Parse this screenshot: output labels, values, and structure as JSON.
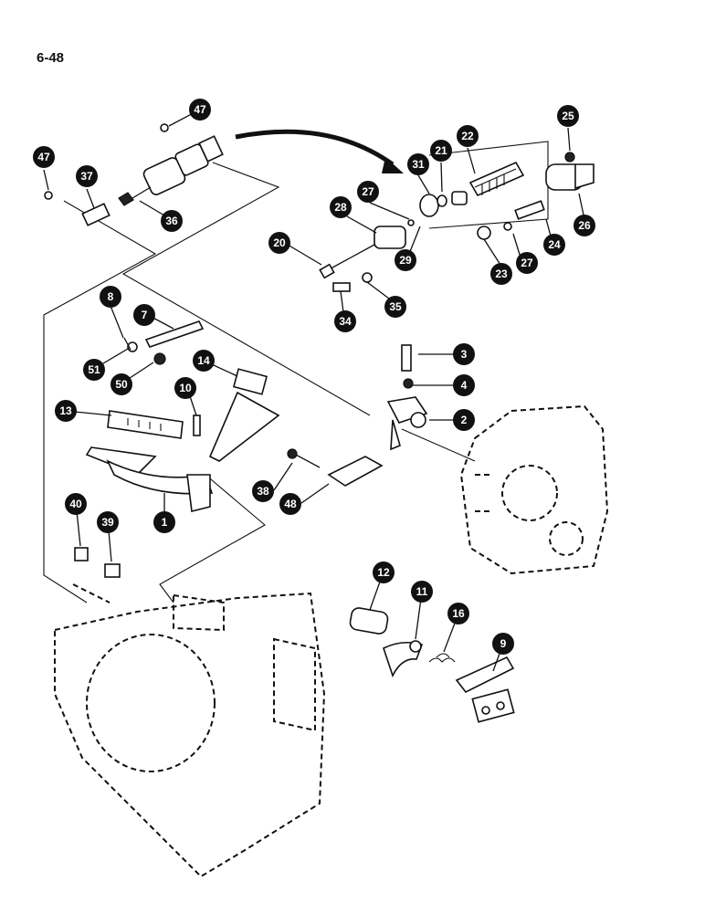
{
  "page": {
    "number": "6-48"
  },
  "callouts": {
    "c47a": "47",
    "c47b": "47",
    "c37": "37",
    "c36": "36",
    "c25": "25",
    "c22": "22",
    "c21": "21",
    "c31": "31",
    "c27a": "27",
    "c28": "28",
    "c29": "29",
    "c20": "20",
    "c26": "26",
    "c24": "24",
    "c27b": "27",
    "c23": "23",
    "c35": "35",
    "c34": "34",
    "c8": "8",
    "c7": "7",
    "c51": "51",
    "c50": "50",
    "c14": "14",
    "c3": "3",
    "c4": "4",
    "c10": "10",
    "c13": "13",
    "c2": "2",
    "c38": "38",
    "c48": "48",
    "c1": "1",
    "c40": "40",
    "c39": "39",
    "c12": "12",
    "c11": "11",
    "c16": "16",
    "c9": "9"
  }
}
